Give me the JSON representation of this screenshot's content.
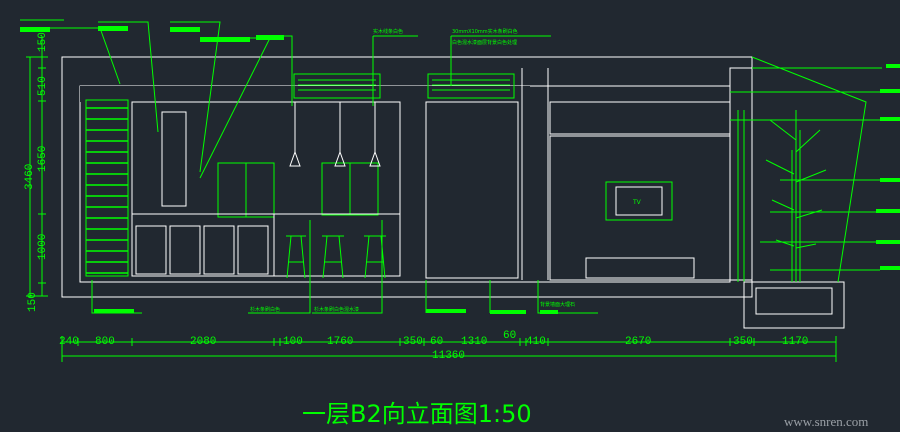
{
  "drawing": {
    "title": "一层B2向立面图1:50",
    "watermark": "www.snren.com",
    "tv_label": "TV",
    "accent_color": "#00ff00",
    "background_color": "#212830"
  },
  "dimensions": {
    "horizontal": [
      "240",
      "800",
      "2080",
      "100",
      "1760",
      "350",
      "60",
      "1310",
      "60",
      "410",
      "2670",
      "350",
      "1170"
    ],
    "total_width": "11360",
    "vertical": [
      "150",
      "510",
      "1650",
      "1000",
      "150"
    ],
    "total_height": "3460"
  },
  "annotations": {
    "top_note_1": "实木线条白色",
    "top_note_2_line1": "30mmX10mm实木条刷白色",
    "top_note_2_line2": "白色混水漆面层背景白色处理",
    "bottom_note_1": "杉木条刷白色",
    "bottom_note_2": "杉木条刷白色混水漆",
    "bottom_note_3": "背景墙面大理石"
  }
}
